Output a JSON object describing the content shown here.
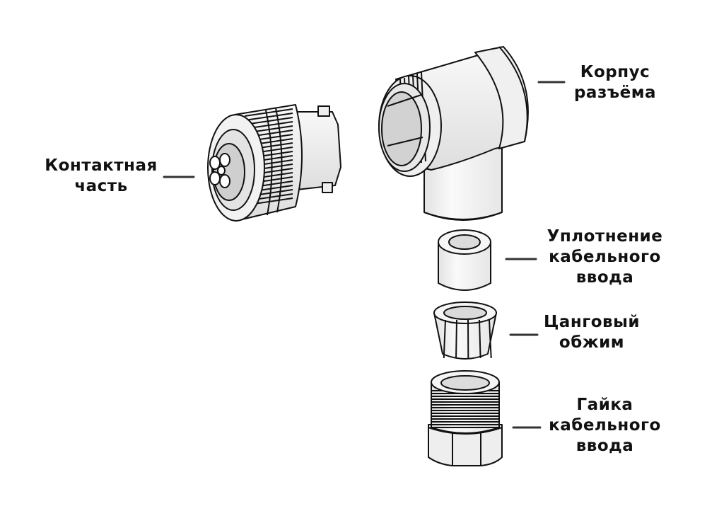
{
  "labels": {
    "contact_part": [
      "Контактная",
      "часть"
    ],
    "housing": [
      "Корпус",
      "разъёма"
    ],
    "cable_seal": [
      "Уплотнение",
      "кабельного",
      "ввода"
    ],
    "collet": [
      "Цанговый",
      "обжим"
    ],
    "cable_nut": [
      "Гайка",
      "кабельного",
      "ввода"
    ]
  },
  "colors": {
    "line": "#111111",
    "part_fill": "#f4f4f4",
    "shadow_fill": "#d9d9d9"
  }
}
